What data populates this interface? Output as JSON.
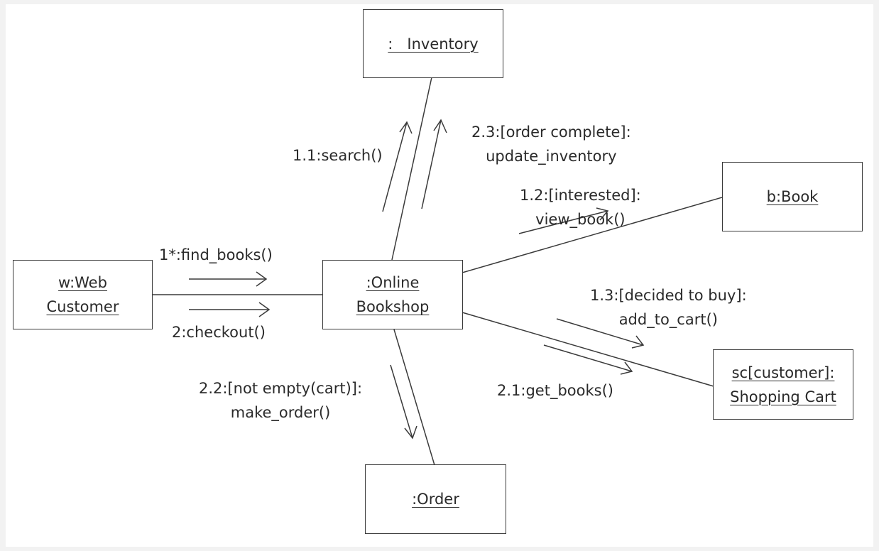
{
  "colors": {
    "line": "#3a3a3a",
    "text": "#2a2a2a",
    "background": "#ffffff"
  },
  "objects": {
    "inventory": ":   Inventory",
    "book": "b:Book",
    "web_customer": {
      "line1": "w:Web",
      "line2": "Customer"
    },
    "online_bookshop": {
      "line1": ":Online",
      "line2": "Bookshop"
    },
    "shopping_cart": {
      "line1": "sc[customer]:",
      "line2": "Shopping Cart"
    },
    "order": ":Order"
  },
  "messages": {
    "search": "1.1:search()",
    "update_inventory": {
      "line1": "2.3:[order complete]:",
      "line2": "update_inventory"
    },
    "view_book": {
      "line1": "1.2:[interested]:",
      "line2": "view_book()"
    },
    "find_books": "1*:find_books()",
    "checkout": "2:checkout()",
    "add_to_cart": {
      "line1": "1.3:[decided to buy]:",
      "line2": "add_to_cart()"
    },
    "get_books": "2.1:get_books()",
    "make_order": {
      "line1": "2.2:[not empty(cart)]:",
      "line2": "make_order()"
    }
  }
}
